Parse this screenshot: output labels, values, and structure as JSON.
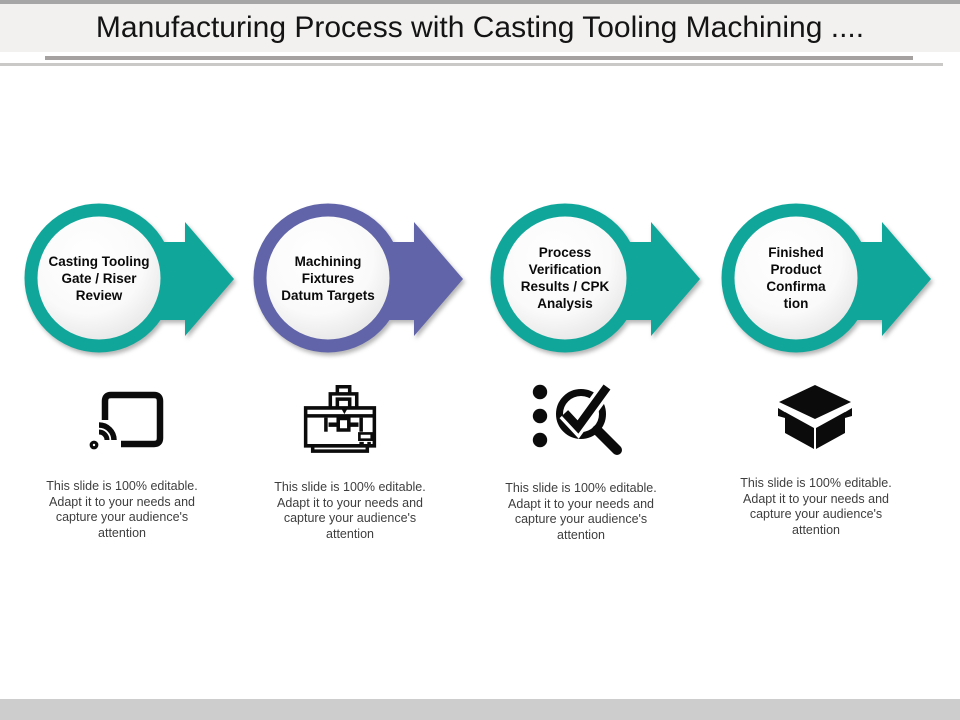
{
  "slide": {
    "title": "Manufacturing Process with Casting Tooling Machining ...."
  },
  "steps": [
    {
      "label": "Casting Tooling\nGate / Riser\nReview",
      "color": "#10a79a",
      "icon": "cast-screen-icon",
      "caption": "This slide is 100% editable.\nAdapt it to your needs and\ncapture your audience's\nattention"
    },
    {
      "label": "Machining\nFixtures\nDatum Targets",
      "color": "#6164a8",
      "icon": "cnc-machine-icon",
      "caption": "This slide is 100% editable.\nAdapt it to your needs and\ncapture your audience's\nattention"
    },
    {
      "label": "Process\nVerification\nResults / CPK\nAnalysis",
      "color": "#10a79a",
      "icon": "magnifier-check-icon",
      "caption": "This slide is 100% editable.\nAdapt it to your needs and\ncapture your audience's\nattention"
    },
    {
      "label": "Finished\nProduct\nConfirma\ntion",
      "color": "#10a79a",
      "icon": "open-box-icon",
      "caption": "This slide is 100% editable.\nAdapt it to your needs and\ncapture your audience's\nattention"
    }
  ]
}
